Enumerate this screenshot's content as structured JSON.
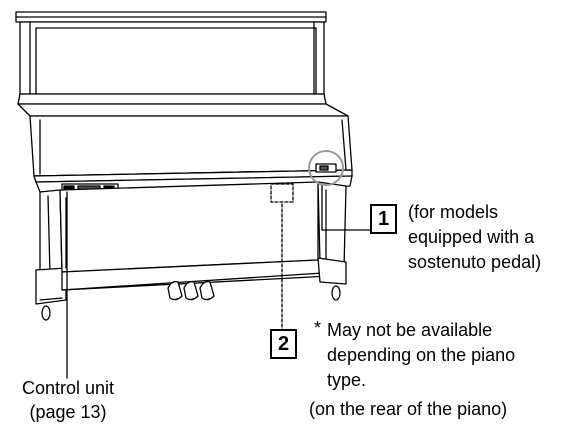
{
  "figure": {
    "subject": "upright-piano",
    "callouts": [
      {
        "number": "1",
        "note_lines": [
          "(for models",
          "equipped with a",
          "sostenuto pedal)"
        ]
      },
      {
        "number": "2",
        "note_lines": [
          "May not be available",
          "depending on the piano",
          "type."
        ],
        "asterisk": "*",
        "location_note": "(on the rear of the piano)"
      }
    ],
    "control_unit": {
      "lines": [
        "Control unit",
        "(page 13)"
      ]
    }
  }
}
